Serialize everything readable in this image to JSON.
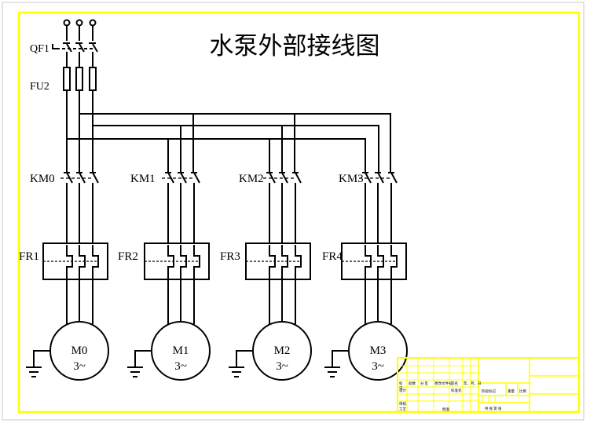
{
  "title": "水泵外部接线图",
  "labels": {
    "qf1": "QF1",
    "fu2": "FU2",
    "contactors": [
      "KM0",
      "KM1",
      "KM2",
      "KM3"
    ],
    "relays": [
      "FR1",
      "FR2",
      "FR3",
      "FR4"
    ]
  },
  "motors": [
    {
      "name": "M0",
      "phase": "3~"
    },
    {
      "name": "M1",
      "phase": "3~"
    },
    {
      "name": "M2",
      "phase": "3~"
    },
    {
      "name": "M3",
      "phase": "3~"
    }
  ],
  "title_block": {
    "cells_small": [
      "标",
      "记",
      "处数",
      "分 区",
      "更改文件号",
      "签名",
      "年、月、日",
      "设计",
      "标准化"
    ],
    "stage_label": "阶段标记",
    "weight_label": "重量",
    "scale_label": "比例",
    "review_label": "审核",
    "craft_label": "工艺",
    "approve_label": "批准",
    "sheet_label": "共   张 第   张"
  },
  "colors": {
    "frame": "#ffff00",
    "line": "#000000"
  }
}
